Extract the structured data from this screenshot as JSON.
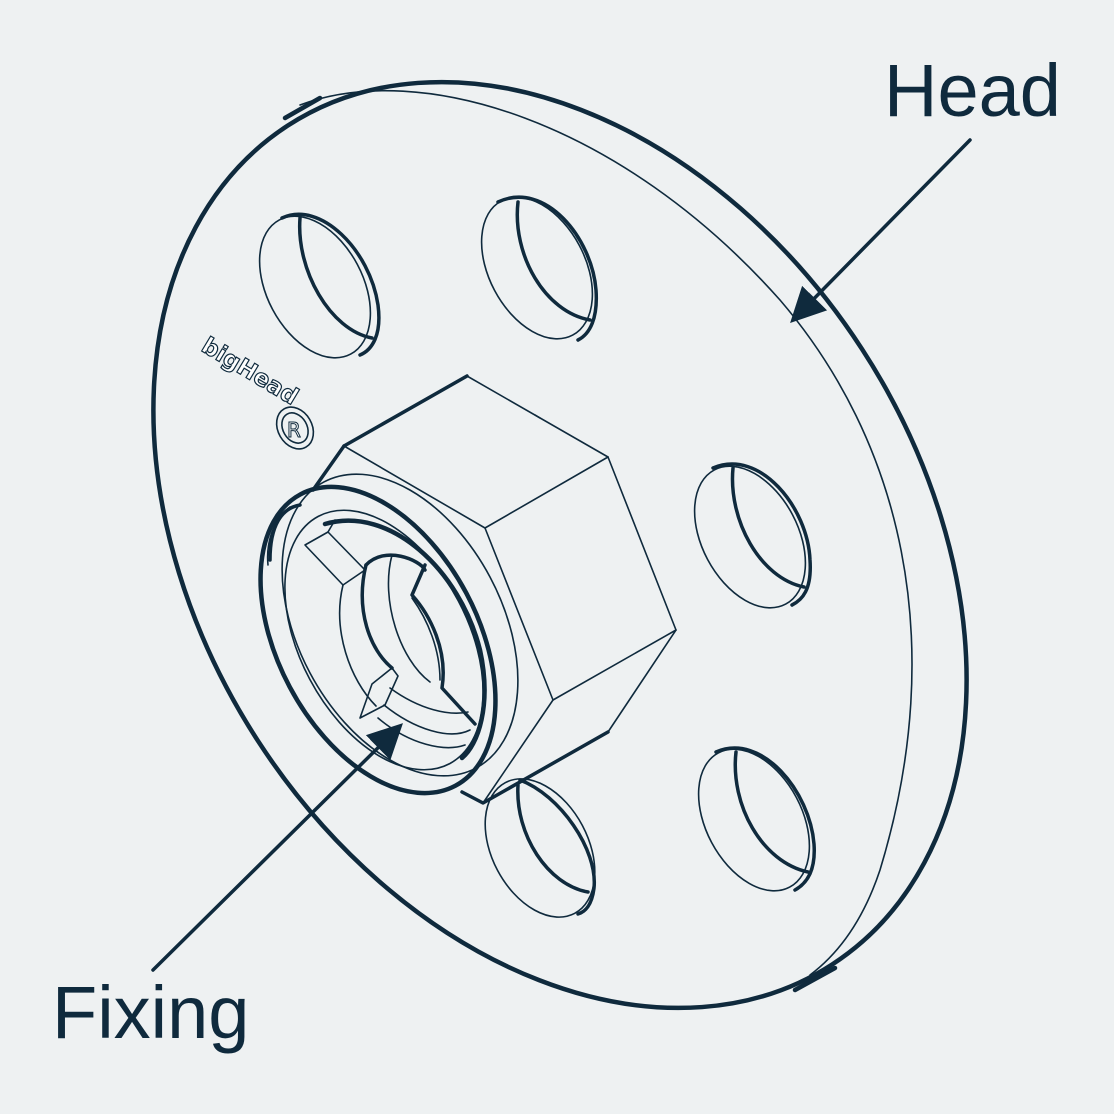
{
  "labels": {
    "head": "Head",
    "fixing": "Fixing"
  },
  "brand": {
    "name": "bigHead",
    "mark": "R"
  },
  "colors": {
    "ink": "#0f2a3d",
    "background": "#eef1f2"
  }
}
